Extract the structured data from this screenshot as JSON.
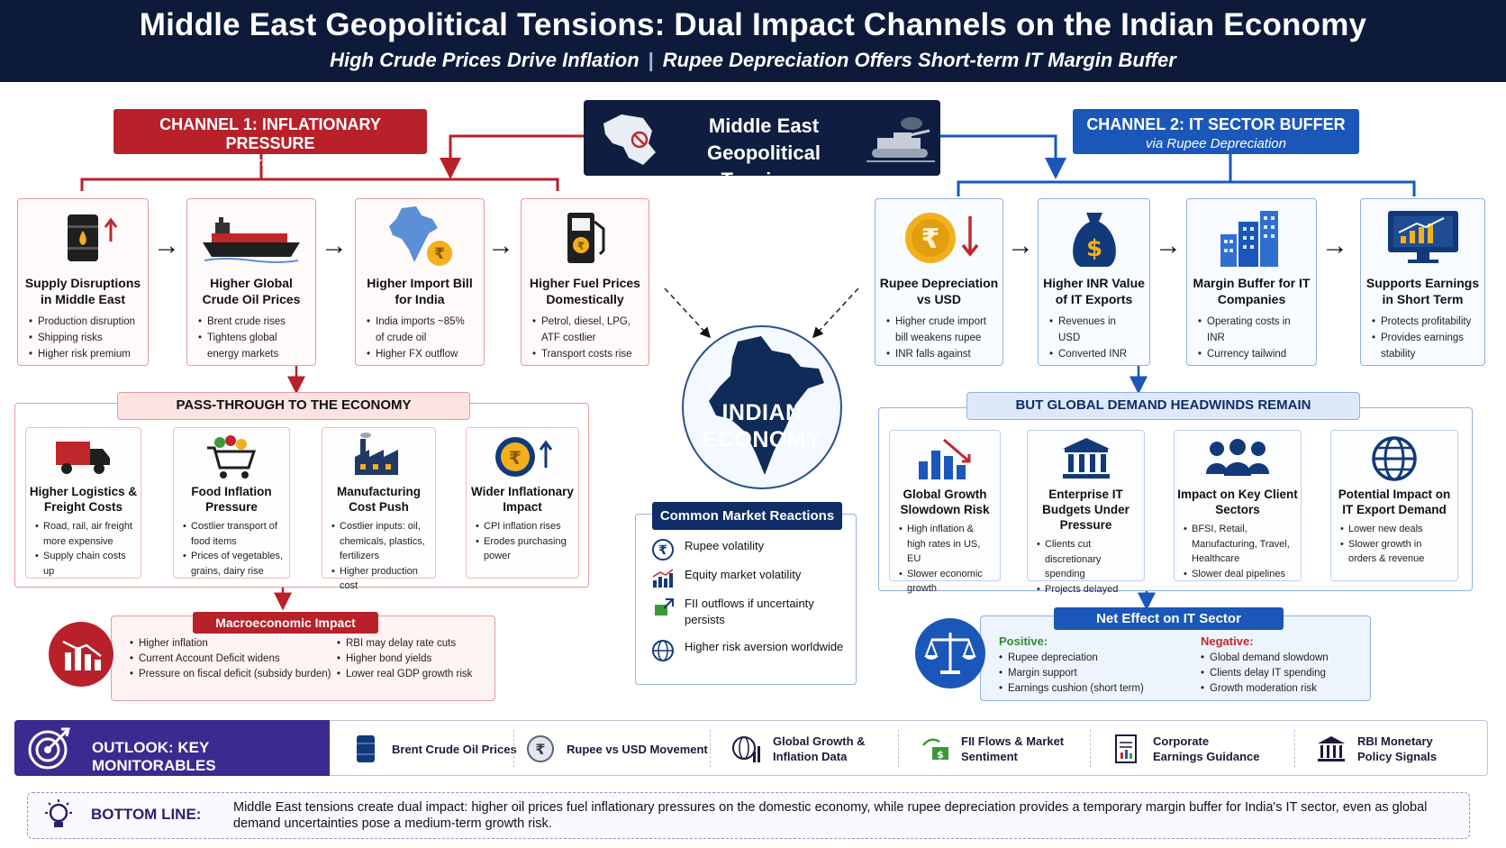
{
  "header": {
    "title": "Middle East Geopolitical Tensions: Dual Impact Channels on the Indian Economy",
    "subtitle_left": "High Crude Prices Drive Inflation",
    "subtitle_sep": "|",
    "subtitle_right": "Rupee Depreciation Offers Short-term IT Margin Buffer"
  },
  "colors": {
    "navy": "#0d1a3a",
    "red": "#b8202a",
    "blue": "#1a57b8",
    "purple": "#3b2a8f"
  },
  "center": {
    "tension_line1": "Middle East",
    "tension_line2": "Geopolitical Tensions",
    "economy_line1": "INDIAN",
    "economy_line2": "ECONOMY"
  },
  "channel1": {
    "title": "CHANNEL 1: INFLATIONARY PRESSURE",
    "subtitle": "via High Crude Oil Prices",
    "steps": [
      {
        "icon": "oil-barrel-icon",
        "title": "Supply Disruptions in Middle East",
        "bullets": [
          "Production disruption",
          "Shipping risks",
          "Higher risk premium"
        ]
      },
      {
        "icon": "oil-tanker-icon",
        "title": "Higher Global Crude Oil Prices",
        "bullets": [
          "Brent crude rises",
          "Tightens global energy markets"
        ]
      },
      {
        "icon": "india-map-icon",
        "title": "Higher Import Bill for India",
        "bullets": [
          "India imports ~85% of crude oil",
          "Higher FX outflow"
        ]
      },
      {
        "icon": "fuel-pump-icon",
        "title": "Higher Fuel Prices Domestically",
        "bullets": [
          "Petrol, diesel, LPG, ATF costlier",
          "Transport costs rise"
        ]
      }
    ],
    "pass_through": {
      "label": "PASS-THROUGH TO THE ECONOMY",
      "items": [
        {
          "icon": "truck-icon",
          "title": "Higher Logistics & Freight Costs",
          "bullets": [
            "Road, rail, air freight more expensive",
            "Supply chain costs up"
          ]
        },
        {
          "icon": "grocery-cart-icon",
          "title": "Food Inflation Pressure",
          "bullets": [
            "Costlier transport of food items",
            "Prices of vegetables, grains, dairy rise"
          ]
        },
        {
          "icon": "factory-icon",
          "title": "Manufacturing Cost Push",
          "bullets": [
            "Costlier inputs: oil, chemicals, plastics, fertilizers",
            "Higher production cost"
          ]
        },
        {
          "icon": "rupee-up-icon",
          "title": "Wider Inflationary Impact",
          "bullets": [
            "CPI inflation rises",
            "Erodes purchasing power"
          ]
        }
      ]
    },
    "macro": {
      "label": "Macroeconomic Impact",
      "left": [
        "Higher inflation",
        "Current Account Deficit widens",
        "Pressure on fiscal deficit (subsidy burden)"
      ],
      "right": [
        "RBI may delay rate cuts",
        "Higher bond yields",
        "Lower real GDP growth risk"
      ]
    }
  },
  "channel2": {
    "title": "CHANNEL 2: IT SECTOR BUFFER",
    "subtitle": "via Rupee Depreciation",
    "steps": [
      {
        "icon": "rupee-down-icon",
        "title": "Rupee Depreciation vs USD",
        "bullets": [
          "Higher crude import bill weakens rupee",
          "INR falls against USD"
        ]
      },
      {
        "icon": "money-bag-icon",
        "title": "Higher INR Value of IT Exports",
        "bullets": [
          "Revenues in USD",
          "Converted INR value increases"
        ]
      },
      {
        "icon": "office-buildings-icon",
        "title": "Margin Buffer for IT Companies",
        "bullets": [
          "Operating costs in INR",
          "Currency tailwind improves margins"
        ]
      },
      {
        "icon": "monitor-chart-icon",
        "title": "Supports Earnings in Short Term",
        "bullets": [
          "Protects profitability",
          "Provides earnings stability"
        ]
      }
    ],
    "headwinds": {
      "label": "BUT GLOBAL DEMAND HEADWINDS REMAIN",
      "items": [
        {
          "icon": "declining-chart-icon",
          "title": "Global Growth Slowdown Risk",
          "bullets": [
            "High inflation & high rates in US, EU",
            "Slower economic growth"
          ]
        },
        {
          "icon": "institution-icon",
          "title": "Enterprise IT Budgets Under Pressure",
          "bullets": [
            "Clients cut discretionary spending",
            "Projects delayed"
          ]
        },
        {
          "icon": "people-icon",
          "title": "Impact on Key Client Sectors",
          "bullets": [
            "BFSI, Retail, Manufacturing, Travel, Healthcare",
            "Slower deal pipelines"
          ]
        },
        {
          "icon": "globe-icon",
          "title": "Potential Impact on IT Export Demand",
          "bullets": [
            "Lower new deals",
            "Slower growth in orders & revenue"
          ]
        }
      ]
    },
    "net": {
      "label": "Net Effect on IT Sector",
      "positive_label": "Positive:",
      "positive": [
        "Rupee depreciation",
        "Margin support",
        "Earnings cushion (short term)"
      ],
      "negative_label": "Negative:",
      "negative": [
        "Global demand slowdown",
        "Clients delay IT spending",
        "Growth moderation risk"
      ]
    }
  },
  "market_reactions": {
    "label": "Common Market Reactions",
    "items": [
      {
        "icon": "rupee-volatility-icon",
        "text": "Rupee volatility"
      },
      {
        "icon": "bar-chart-icon",
        "text": "Equity market volatility"
      },
      {
        "icon": "money-flow-icon",
        "text": "FII outflows if uncertainty persists"
      },
      {
        "icon": "globe-icon",
        "text": "Higher risk aversion worldwide"
      }
    ]
  },
  "outlook": {
    "label": "OUTLOOK: KEY MONITORABLES",
    "items": [
      {
        "icon": "oil-barrel-icon",
        "label": "Brent Crude Oil Prices"
      },
      {
        "icon": "rupee-coin-icon",
        "label": "Rupee vs USD Movement"
      },
      {
        "icon": "globe-chart-icon",
        "label": "Global Growth & Inflation Data"
      },
      {
        "icon": "money-flow-icon",
        "label": "FII Flows & Market Sentiment"
      },
      {
        "icon": "report-icon",
        "label": "Corporate Earnings Guidance"
      },
      {
        "icon": "bank-icon",
        "label": "RBI Monetary Policy Signals"
      }
    ]
  },
  "bottom_line": {
    "label": "BOTTOM LINE:",
    "text": "Middle East tensions create dual impact: higher oil prices fuel inflationary pressures on the domestic economy, while rupee depreciation provides a temporary margin buffer for India's IT sector, even as global demand uncertainties pose a medium-term growth risk."
  }
}
